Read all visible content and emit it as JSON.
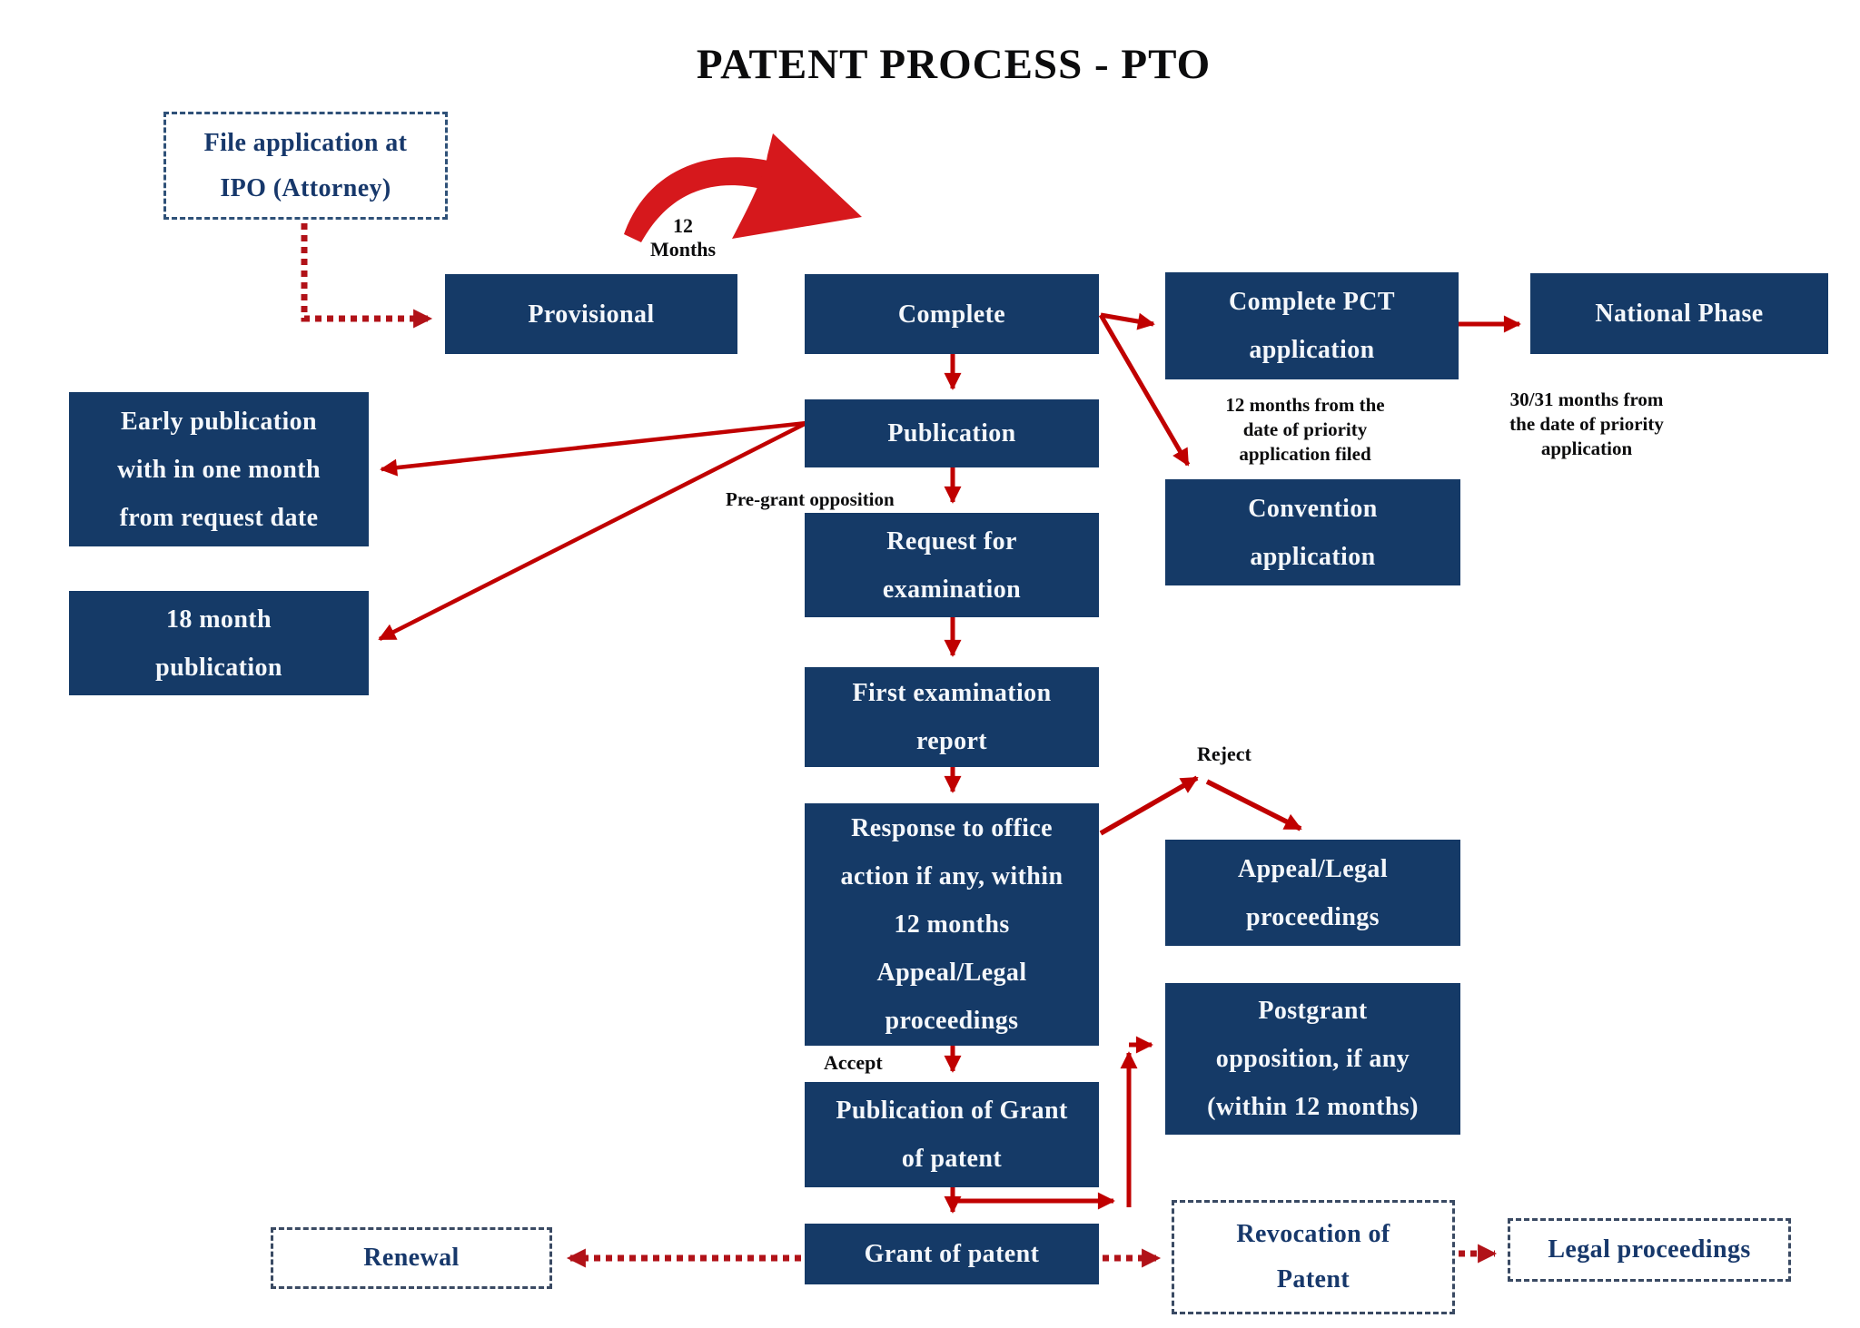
{
  "title": "PATENT PROCESS - PTO",
  "colors": {
    "navy": "#153A67",
    "box_text": "#F4F7FB",
    "red": "#C00000",
    "red_bright": "#D6181C",
    "red_dotted": "#B11218",
    "ink": "#0C0C0D",
    "navy_text": "#17386B",
    "dash_blue": "#2F5178",
    "dash_slate": "#3A4A63",
    "bg": "#FFFFFF"
  },
  "nodes": {
    "file_application": {
      "label": [
        "File application at",
        "IPO (Attorney)"
      ]
    },
    "provisional": {
      "label": "Provisional"
    },
    "complete": {
      "label": "Complete"
    },
    "complete_pct": {
      "label": [
        "Complete PCT",
        "application"
      ]
    },
    "national_phase": {
      "label": "National Phase"
    },
    "early_publication": {
      "label": [
        "Early publication",
        "with in one month",
        "from request date"
      ]
    },
    "publication": {
      "label": "Publication"
    },
    "eighteen_month": {
      "label": [
        "18 month",
        "publication"
      ]
    },
    "request_examination": {
      "label": [
        "Request for",
        "examination"
      ]
    },
    "convention": {
      "label": [
        "Convention",
        "application"
      ]
    },
    "first_exam_report": {
      "label": [
        "First examination",
        "report"
      ]
    },
    "response_office": {
      "label": [
        "Response to office",
        "action if any, within",
        "12 months",
        "Appeal/Legal",
        "proceedings"
      ]
    },
    "appeal_legal": {
      "label": [
        "Appeal/Legal",
        "proceedings"
      ]
    },
    "postgrant": {
      "label": [
        "Postgrant",
        "opposition, if any",
        "(within 12 months)"
      ]
    },
    "publication_grant": {
      "label": [
        "Publication of Grant",
        "of patent"
      ]
    },
    "grant_patent": {
      "label": "Grant of patent"
    },
    "renewal": {
      "label": "Renewal"
    },
    "revocation": {
      "label": [
        "Revocation of",
        "Patent"
      ]
    },
    "legal_proceedings": {
      "label": "Legal proceedings"
    }
  },
  "notes": {
    "twelve_months": [
      "12",
      "Months"
    ],
    "pct_filed": [
      "12 months from the",
      "date of priority",
      "application filed"
    ],
    "national_phase_note": [
      "30/31 months from",
      "the date of priority",
      "application"
    ],
    "pre_grant": "Pre-grant opposition",
    "reject": "Reject",
    "accept": "Accept"
  }
}
